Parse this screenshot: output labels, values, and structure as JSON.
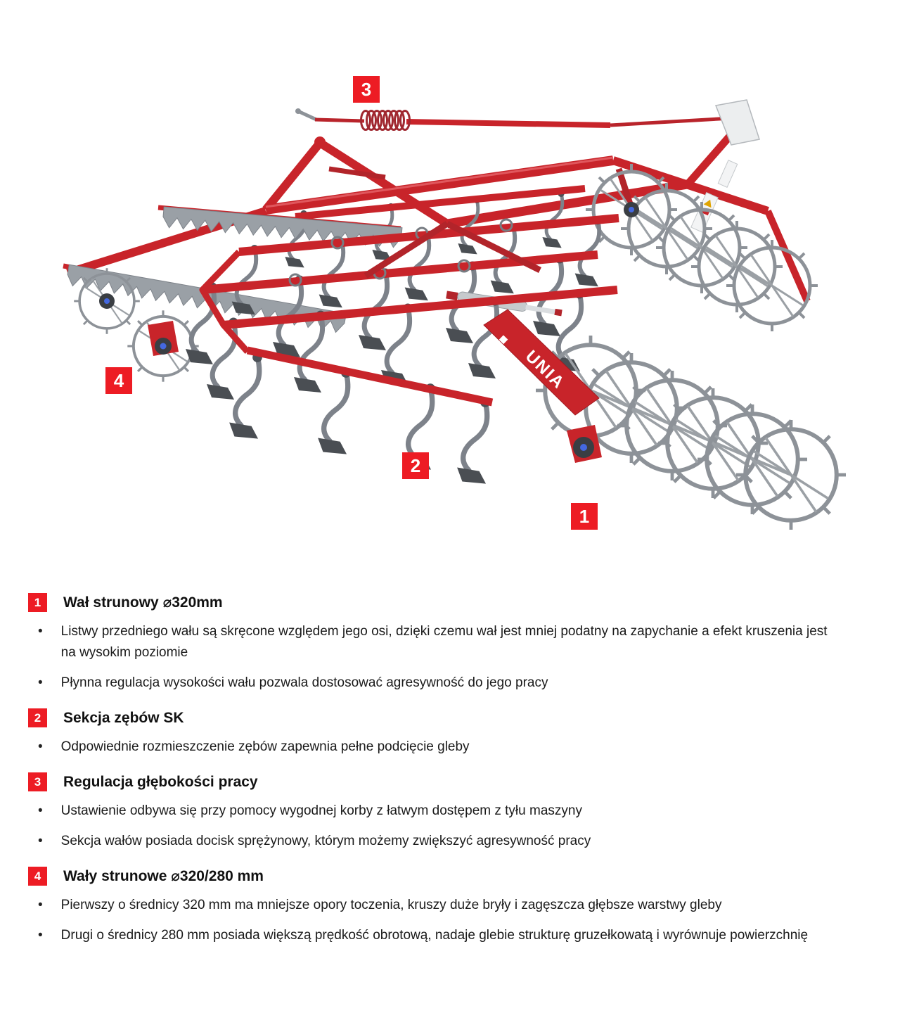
{
  "machine": {
    "brand_logo": "UNIA",
    "callouts": [
      {
        "num": "1"
      },
      {
        "num": "2"
      },
      {
        "num": "3"
      },
      {
        "num": "4"
      }
    ]
  },
  "legend": {
    "bullet_glyph": "•",
    "items": [
      {
        "num": "1",
        "title": "Wał strunowy ⌀320mm",
        "bullets": [
          "Listwy przedniego wału są skręcone względem jego osi, dzięki czemu wał jest mniej podatny na zapychanie a efekt kruszenia jest na wysokim poziomie",
          "Płynna regulacja wysokości wału pozwala dostosować agresywność do jego pracy"
        ]
      },
      {
        "num": "2",
        "title": "Sekcja zębów SK",
        "bullets": [
          "Odpowiednie rozmieszczenie zębów zapewnia pełne podcięcie gleby"
        ]
      },
      {
        "num": "3",
        "title": "Regulacja głębokości pracy",
        "bullets": [
          "Ustawienie odbywa się przy pomocy wygodnej korby z łatwym dostępem z tyłu maszyny",
          "Sekcja wałów posiada docisk sprężynowy, którym możemy zwiększyć agresywność pracy"
        ]
      },
      {
        "num": "4",
        "title": "Wały strunowe ⌀320/280 mm",
        "bullets": [
          "Pierwszy o średnicy 320 mm ma mniejsze opory toczenia, kruszy duże bryły i zagęszcza głębsze warstwy gleby",
          "Drugi o średnicy 280 mm posiada większą prędkość obrotową, nadaje glebie strukturę gruzełkowatą i wyrównuje powierzchnię"
        ]
      }
    ]
  },
  "colors": {
    "callout_red": "#ed1c24",
    "machine_red": "#c8242a",
    "steel_gray": "#8d9298",
    "hub_blue": "#4468e0"
  }
}
